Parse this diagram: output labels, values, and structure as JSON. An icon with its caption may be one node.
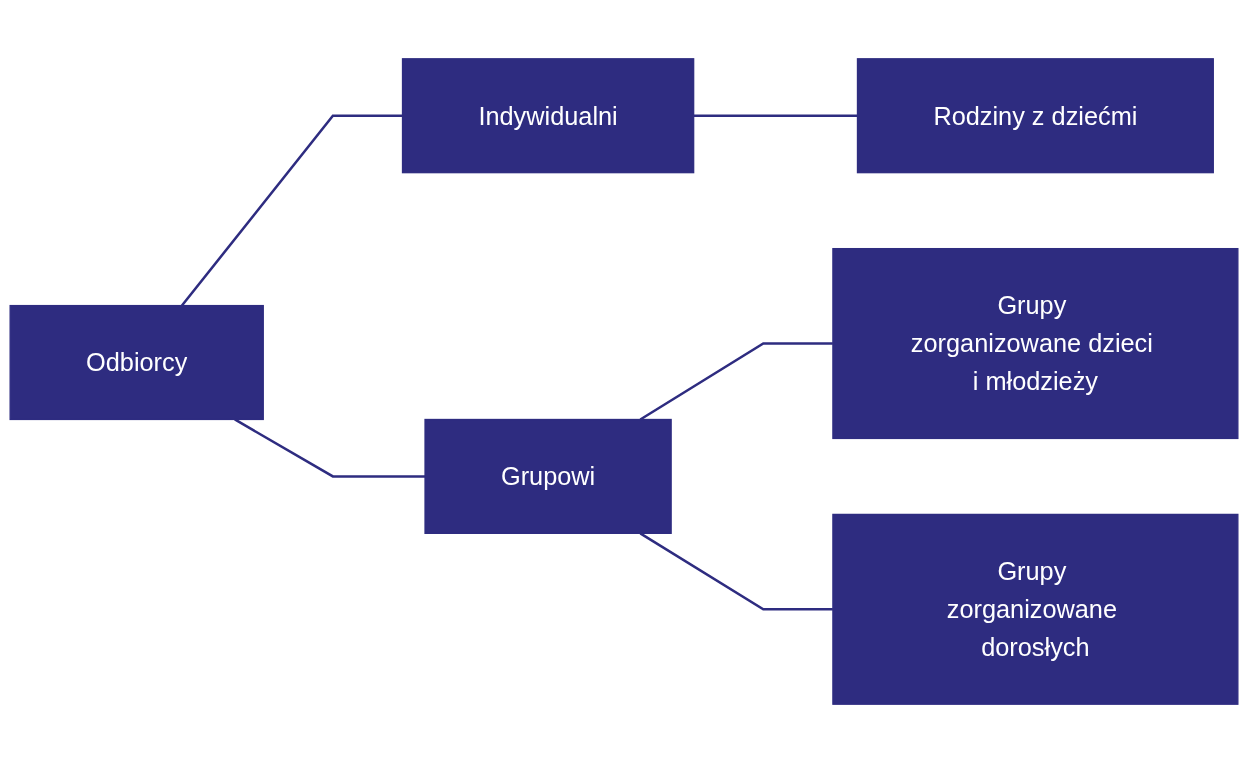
{
  "diagram": {
    "nodes": [
      {
        "text": [
          "Odbiorcy"
        ]
      },
      {
        "text": [
          "Indywidualni"
        ]
      },
      {
        "text": [
          "Rodziny z dziećmi"
        ]
      },
      {
        "text": [
          "Grupowi"
        ]
      },
      {
        "text": [
          "Grupy zorganizowane dzieci i młodzieży"
        ]
      },
      {
        "text": [
          "Grupy zorganizowane dorosłych"
        ]
      }
    ],
    "edges": [
      {
        "from": 0,
        "to": 1,
        "arrow": "none"
      },
      {
        "from": 0,
        "to": 3,
        "arrow": "none"
      },
      {
        "from": 1,
        "to": 2,
        "arrow": "none"
      },
      {
        "from": 3,
        "to": 4,
        "arrow": "none"
      },
      {
        "from": 3,
        "to": 5,
        "arrow": "none"
      }
    ]
  }
}
